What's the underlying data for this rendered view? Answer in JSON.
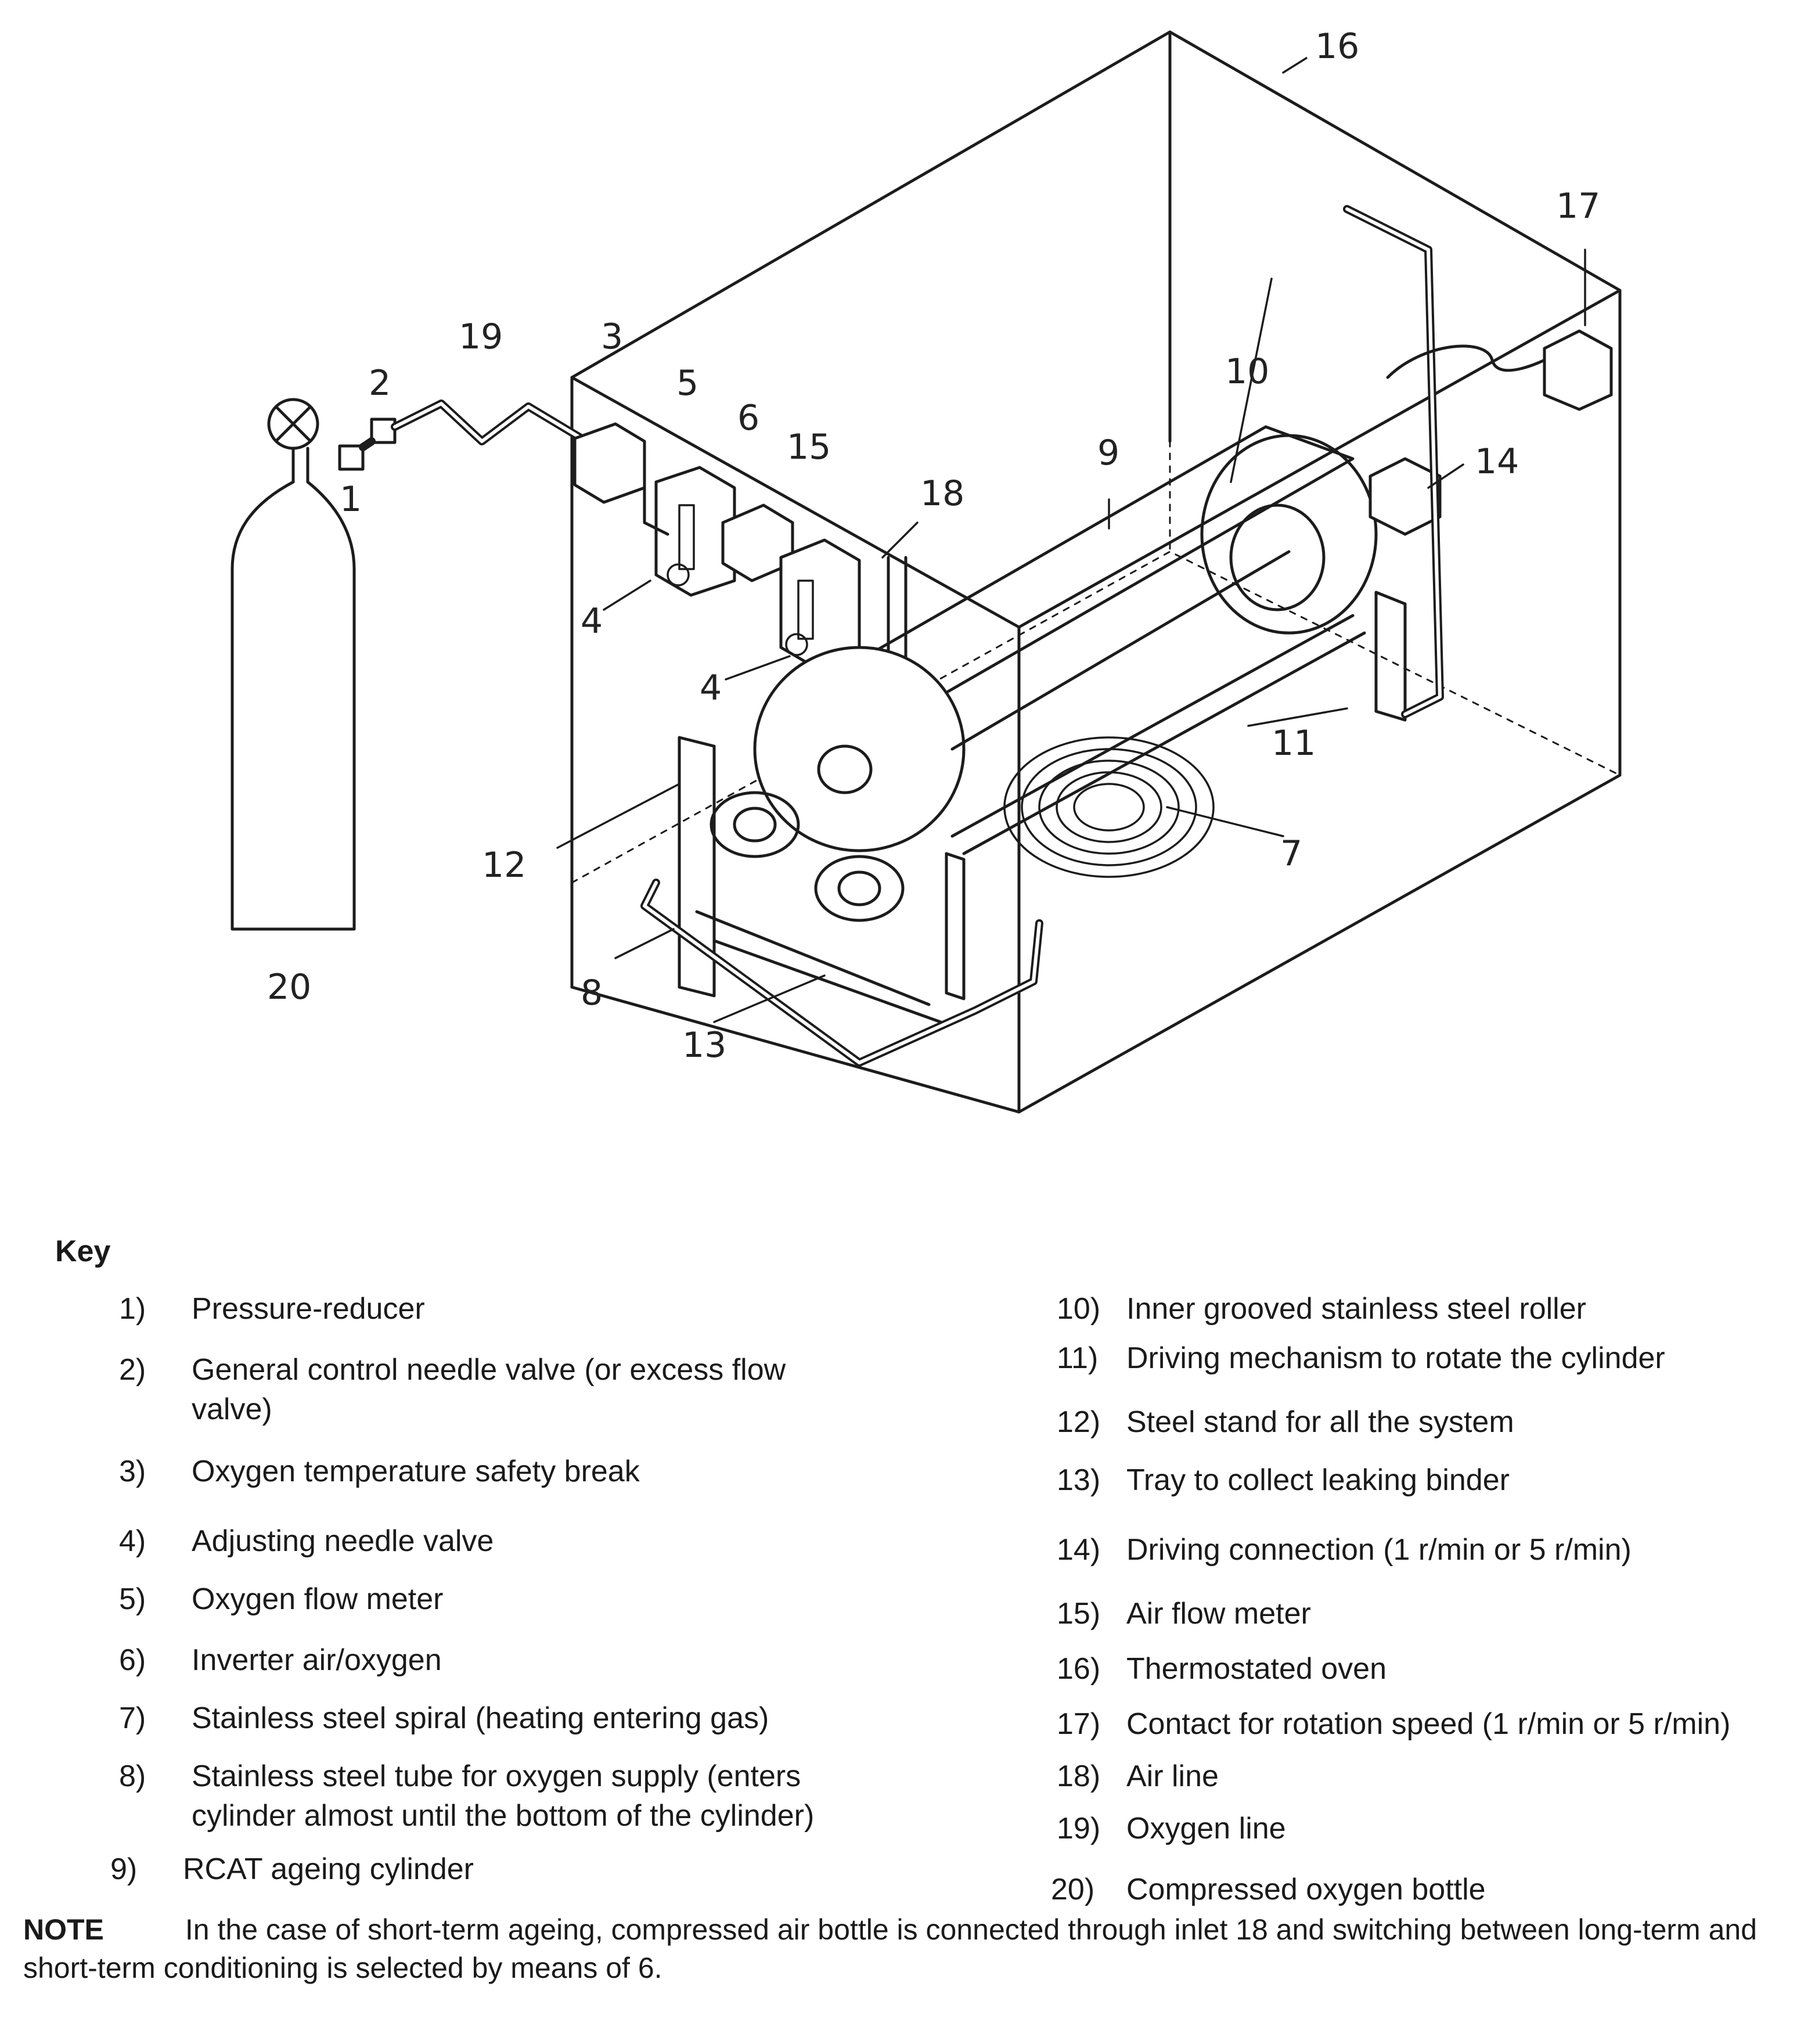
{
  "figure": {
    "callouts": [
      "1",
      "2",
      "3",
      "4",
      "4",
      "5",
      "6",
      "7",
      "8",
      "9",
      "10",
      "11",
      "12",
      "13",
      "14",
      "15",
      "16",
      "17",
      "18",
      "19",
      "20"
    ]
  },
  "key": {
    "title": "Key",
    "items": [
      {
        "num": "1)",
        "text": "Pressure-reducer"
      },
      {
        "num": "2)",
        "text": "General control needle valve (or excess flow\nvalve)"
      },
      {
        "num": "3)",
        "text": "Oxygen temperature safety break"
      },
      {
        "num": "4)",
        "text": "Adjusting needle valve"
      },
      {
        "num": "5)",
        "text": "Oxygen flow meter"
      },
      {
        "num": "6)",
        "text": "Inverter air/oxygen"
      },
      {
        "num": "7)",
        "text": "Stainless steel spiral (heating entering gas)"
      },
      {
        "num": "8)",
        "text": "Stainless steel tube for oxygen supply (enters\ncylinder almost until the bottom of the cylinder)"
      },
      {
        "num": "9)",
        "text": "RCAT ageing cylinder"
      },
      {
        "num": "10)",
        "text": "Inner grooved stainless steel roller"
      },
      {
        "num": "11)",
        "text": "Driving mechanism to rotate the cylinder"
      },
      {
        "num": "12)",
        "text": "Steel stand for all the system"
      },
      {
        "num": "13)",
        "text": "Tray to collect leaking binder"
      },
      {
        "num": "14)",
        "text": "Driving connection (1 r/min or 5 r/min)"
      },
      {
        "num": "15)",
        "text": "Air flow meter"
      },
      {
        "num": "16)",
        "text": "Thermostated oven"
      },
      {
        "num": "17)",
        "text": "Contact for rotation speed (1 r/min or 5 r/min)"
      },
      {
        "num": "18)",
        "text": "Air line"
      },
      {
        "num": "19)",
        "text": "Oxygen line"
      },
      {
        "num": "20)",
        "text": "Compressed oxygen bottle"
      }
    ]
  },
  "note": {
    "label": "NOTE",
    "text": "In the case of short-term ageing, compressed air bottle is connected through inlet 18 and switching between long-term and short-term conditioning is selected by means of 6."
  }
}
